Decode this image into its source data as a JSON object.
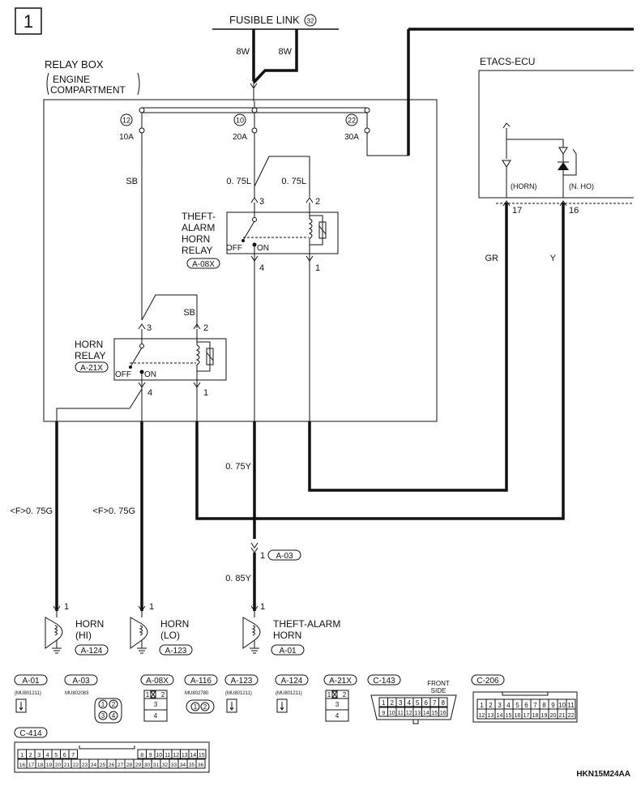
{
  "page_number": "1",
  "fusible_link": {
    "label": "FUSIBLE LINK",
    "number": "32",
    "wire_left": "8W",
    "wire_right": "8W"
  },
  "relay_box": {
    "title": "RELAY BOX",
    "sub1": "ENGINE",
    "sub2": "COMPARTMENT"
  },
  "fuses": [
    {
      "number": "12",
      "rating": "10A"
    },
    {
      "number": "10",
      "rating": "20A"
    },
    {
      "number": "22",
      "rating": "30A"
    }
  ],
  "wires": {
    "sb_upper": "SB",
    "l075_a": "0. 75L",
    "l075_b": "0. 75L",
    "sb_lower": "SB",
    "y075": "0. 75Y",
    "g075_left": "<F>0. 75G",
    "g075_right": "<F>0. 75G",
    "y085": "0. 85Y",
    "gr": "GR",
    "y": "Y"
  },
  "theft_relay": {
    "l1": "THEFT-",
    "l2": "ALARM",
    "l3": "HORN",
    "l4": "RELAY",
    "connector": "A-08X",
    "pins": {
      "t3": "3",
      "t2": "2",
      "t4": "4",
      "t1": "1"
    },
    "off": "OFF",
    "on": "ON"
  },
  "horn_relay": {
    "l1": "HORN",
    "l2": "RELAY",
    "connector": "A-21X",
    "pins": {
      "t3": "3",
      "t2": "2",
      "t4": "4",
      "t1": "1"
    },
    "off": "OFF",
    "on": "ON"
  },
  "etacs": {
    "title": "ETACS-ECU",
    "horn": "(HORN)",
    "nho": "(N. HO)",
    "pin_horn": "17",
    "pin_nho": "16"
  },
  "junction": {
    "pin": "1",
    "connector": "A-03"
  },
  "horns": [
    {
      "pin": "1",
      "l1": "HORN",
      "l2": "(HI)",
      "connector": "A-124"
    },
    {
      "pin": "1",
      "l1": "HORN",
      "l2": "(LO)",
      "connector": "A-123"
    },
    {
      "pin": "1",
      "l1": "THEFT-ALARM",
      "l2": "HORN",
      "connector": "A-01"
    }
  ],
  "connectors": {
    "a01": {
      "label": "A-01",
      "part": "(MU801211)"
    },
    "a03": {
      "label": "A-03",
      "part": "MU802083",
      "pins": [
        "1",
        "2",
        "3",
        "4"
      ]
    },
    "a08x": {
      "label": "A-08X",
      "pins": [
        "1",
        "2",
        "3",
        "4"
      ]
    },
    "a116": {
      "label": "A-116",
      "part": "MU802780",
      "pins": [
        "1",
        "2"
      ]
    },
    "a123": {
      "label": "A-123",
      "part": "(MU801211)"
    },
    "a124": {
      "label": "A-124",
      "part": "(MU801211)"
    },
    "a21x": {
      "label": "A-21X",
      "pins": [
        "1",
        "2",
        "3",
        "4"
      ]
    },
    "c143": {
      "label": "C-143",
      "front_side": [
        "FRONT",
        "SIDE"
      ],
      "row1": [
        "1",
        "2",
        "3",
        "4",
        "5",
        "6",
        "7",
        "8"
      ],
      "row2": [
        "9",
        "10",
        "11",
        "12",
        "13",
        "14",
        "15",
        "16"
      ]
    },
    "c206": {
      "label": "C-206",
      "row1": [
        "1",
        "2",
        "3",
        "4",
        "5",
        "6",
        "7",
        "8",
        "9",
        "10",
        "11"
      ],
      "row2": [
        "12",
        "13",
        "14",
        "15",
        "16",
        "17",
        "18",
        "19",
        "20",
        "21",
        "22"
      ]
    },
    "c414": {
      "label": "C-414",
      "row1a": [
        "1",
        "2",
        "3",
        "4",
        "5",
        "6",
        "7"
      ],
      "row1b": [
        "8",
        "9",
        "10",
        "11",
        "12",
        "13",
        "14",
        "15"
      ],
      "row2": [
        "16",
        "17",
        "18",
        "19",
        "20",
        "21",
        "22",
        "23",
        "24",
        "25",
        "26",
        "27",
        "28",
        "29",
        "30",
        "31",
        "32",
        "33",
        "34",
        "35",
        "36"
      ]
    }
  },
  "figure_code": "HKN15M24AA"
}
